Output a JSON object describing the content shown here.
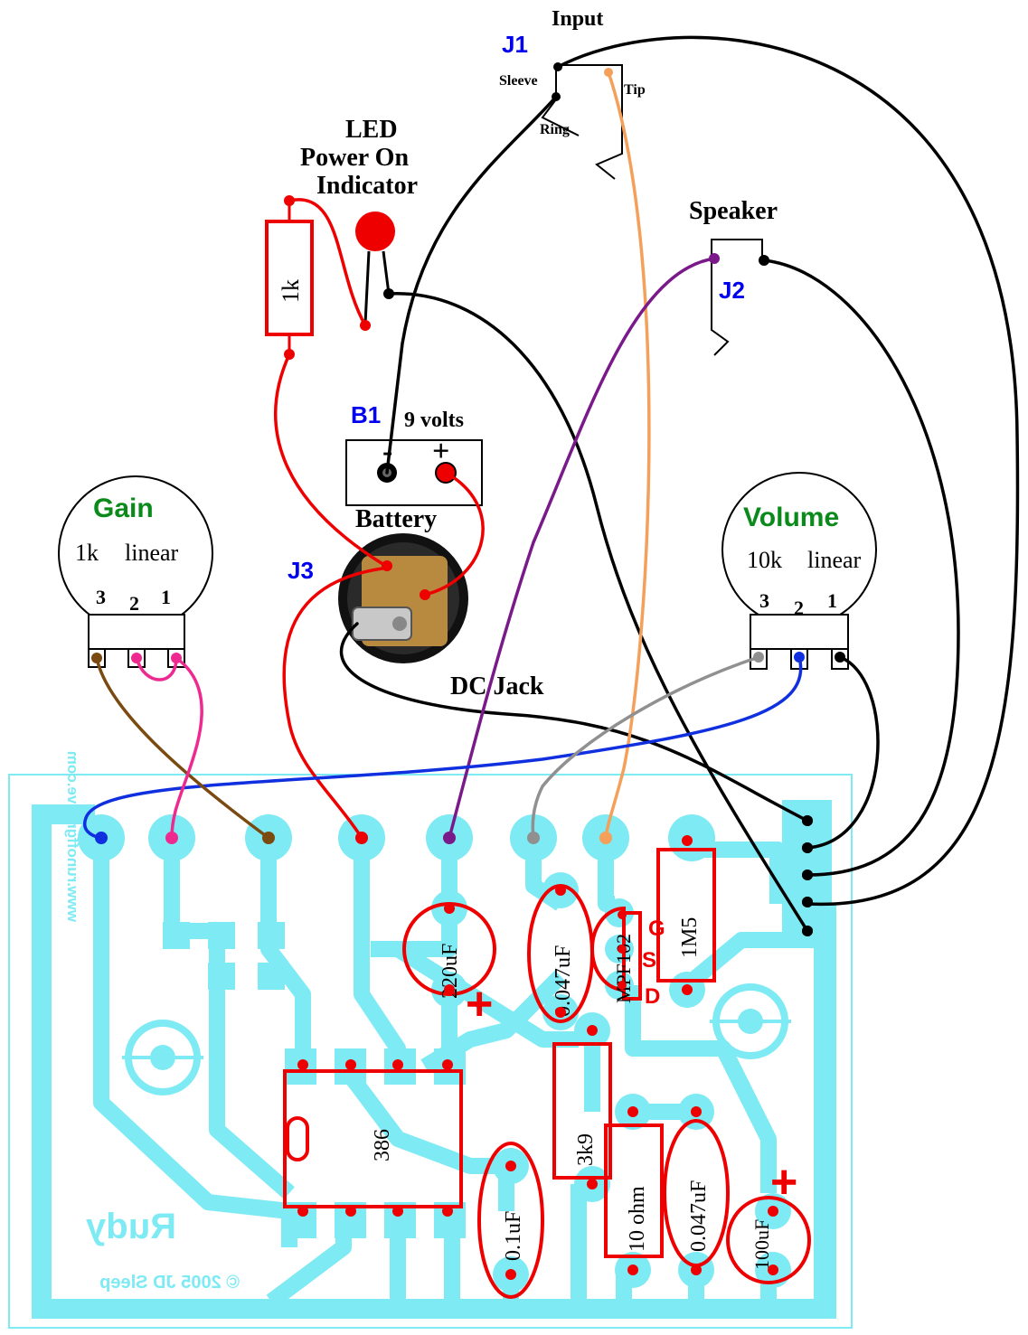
{
  "labels": {
    "input": "Input",
    "j1": "J1",
    "sleeve": "Sleeve",
    "tip": "Tip",
    "ring": "Ring",
    "led_line1": "LED",
    "led_line2": "Power On",
    "led_line3": "Indicator",
    "speaker": "Speaker",
    "j2": "J2",
    "b1": "B1",
    "volts": "9 volts",
    "battery": "Battery",
    "minus": "-",
    "plus": "+",
    "j3": "J3",
    "dc_jack": "DC Jack",
    "resistor_1k": "1k"
  },
  "gain_pot": {
    "name": "Gain",
    "value": "1k",
    "taper": "linear",
    "pins": [
      "3",
      "2",
      "1"
    ]
  },
  "volume_pot": {
    "name": "Volume",
    "value": "10k",
    "taper": "linear",
    "pins": [
      "3",
      "2",
      "1"
    ]
  },
  "components": {
    "c220": "220uF",
    "c047a": "0.047uF",
    "mpf": "MPF102",
    "g": "G",
    "s": "S",
    "d": "D",
    "r1m5": "1M5",
    "ic": "386",
    "c01": "0.1uF",
    "r3k9": "3k9",
    "r10": "10 ohm",
    "c047b": "0.047uF",
    "c100": "100uF",
    "cap_plus": "+"
  },
  "pcb": {
    "side_text": "www.runoffgroove.com",
    "name": "Rudy",
    "copyright": "© 2005 JD Sleep"
  },
  "colors": {
    "pcb_trace": "#7eeaf4",
    "wire_red": "#ee0000",
    "wire_black": "#000000",
    "wire_orange": "#f5a05a",
    "wire_purple": "#7a1a8a",
    "wire_blue": "#1030e0",
    "wire_gray": "#909090",
    "wire_brown": "#7a4a10",
    "wire_pink": "#ee2a90",
    "ref_blue": "#0000ee",
    "pot_green": "#0a8a1a"
  }
}
